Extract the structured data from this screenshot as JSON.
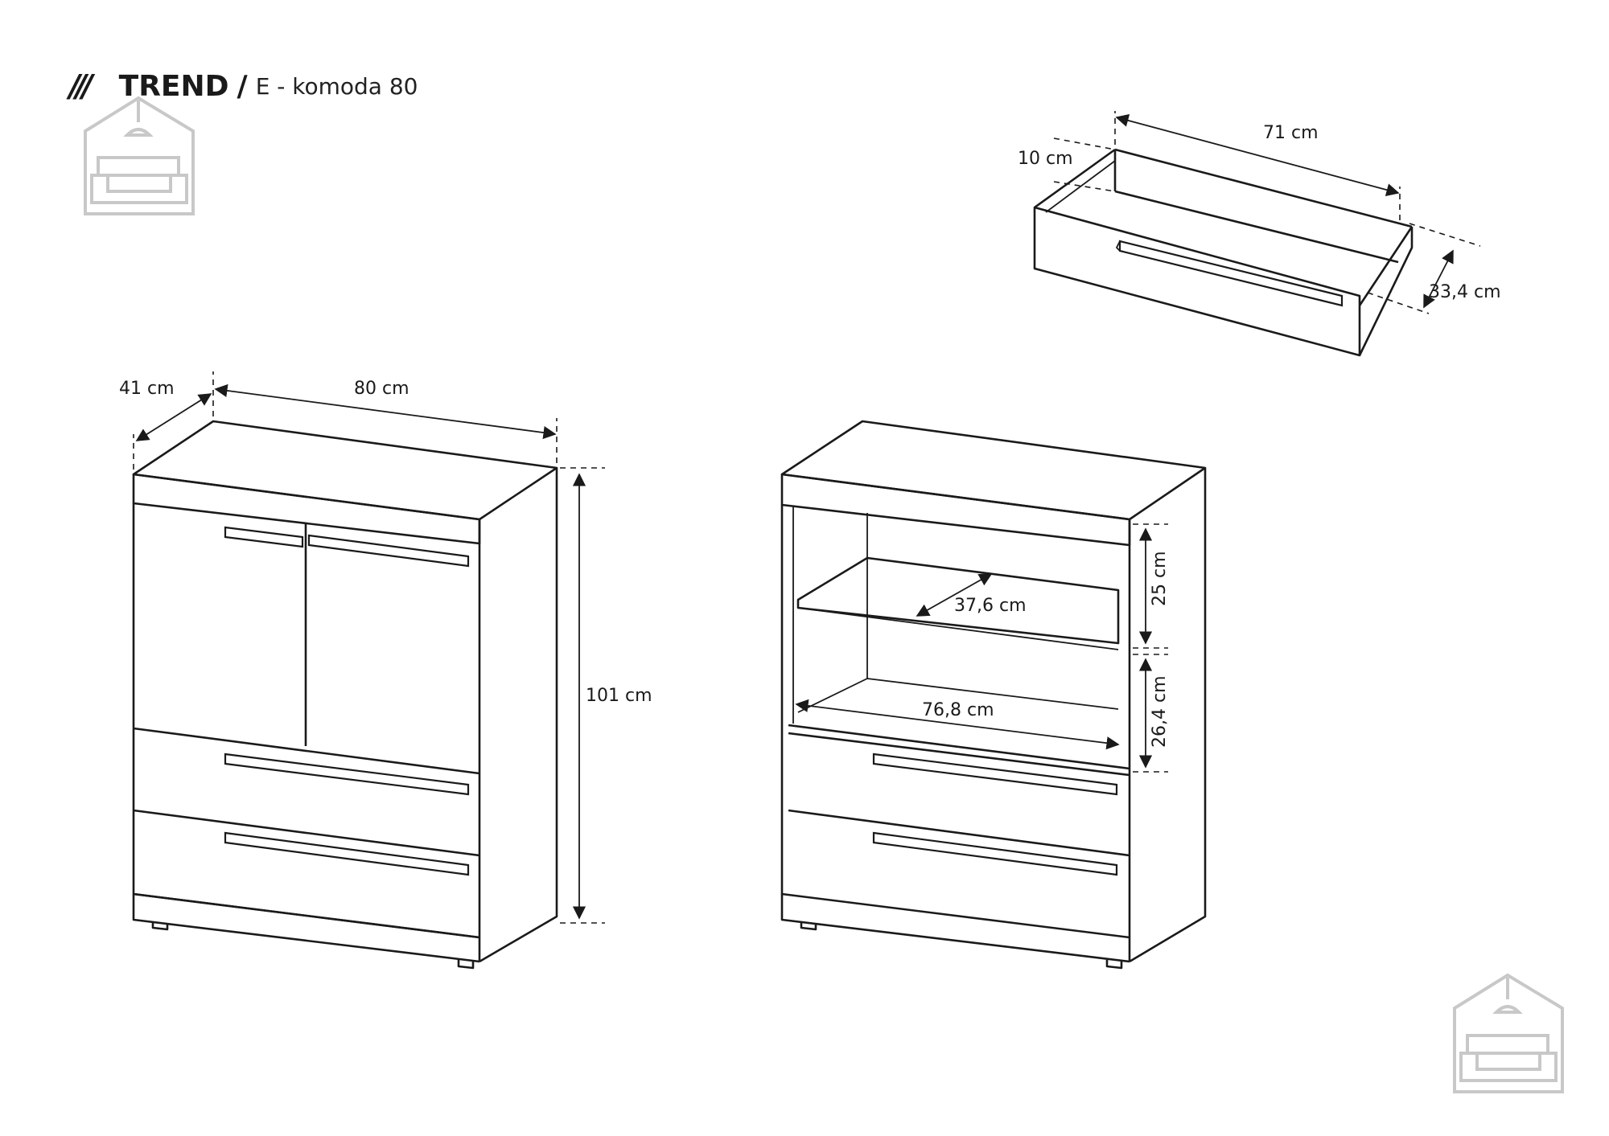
{
  "header": {
    "slashes": "///",
    "brand": "TREND",
    "separator": "/",
    "model": "E - komoda 80"
  },
  "dimensions": {
    "drawer_width": "71 cm",
    "drawer_height": "10 cm",
    "drawer_depth": "33,4 cm",
    "body_depth": "41 cm",
    "body_width": "80 cm",
    "body_height": "101 cm",
    "shelf_depth": "37,6 cm",
    "inner_width": "76,8 cm",
    "upper_compartment": "25 cm",
    "lower_compartment": "26,4 cm"
  },
  "colors": {
    "ink": "#1a1a1a",
    "logo": "#c8c8c8"
  },
  "icons": {
    "logo": "house-sofa-icon"
  }
}
